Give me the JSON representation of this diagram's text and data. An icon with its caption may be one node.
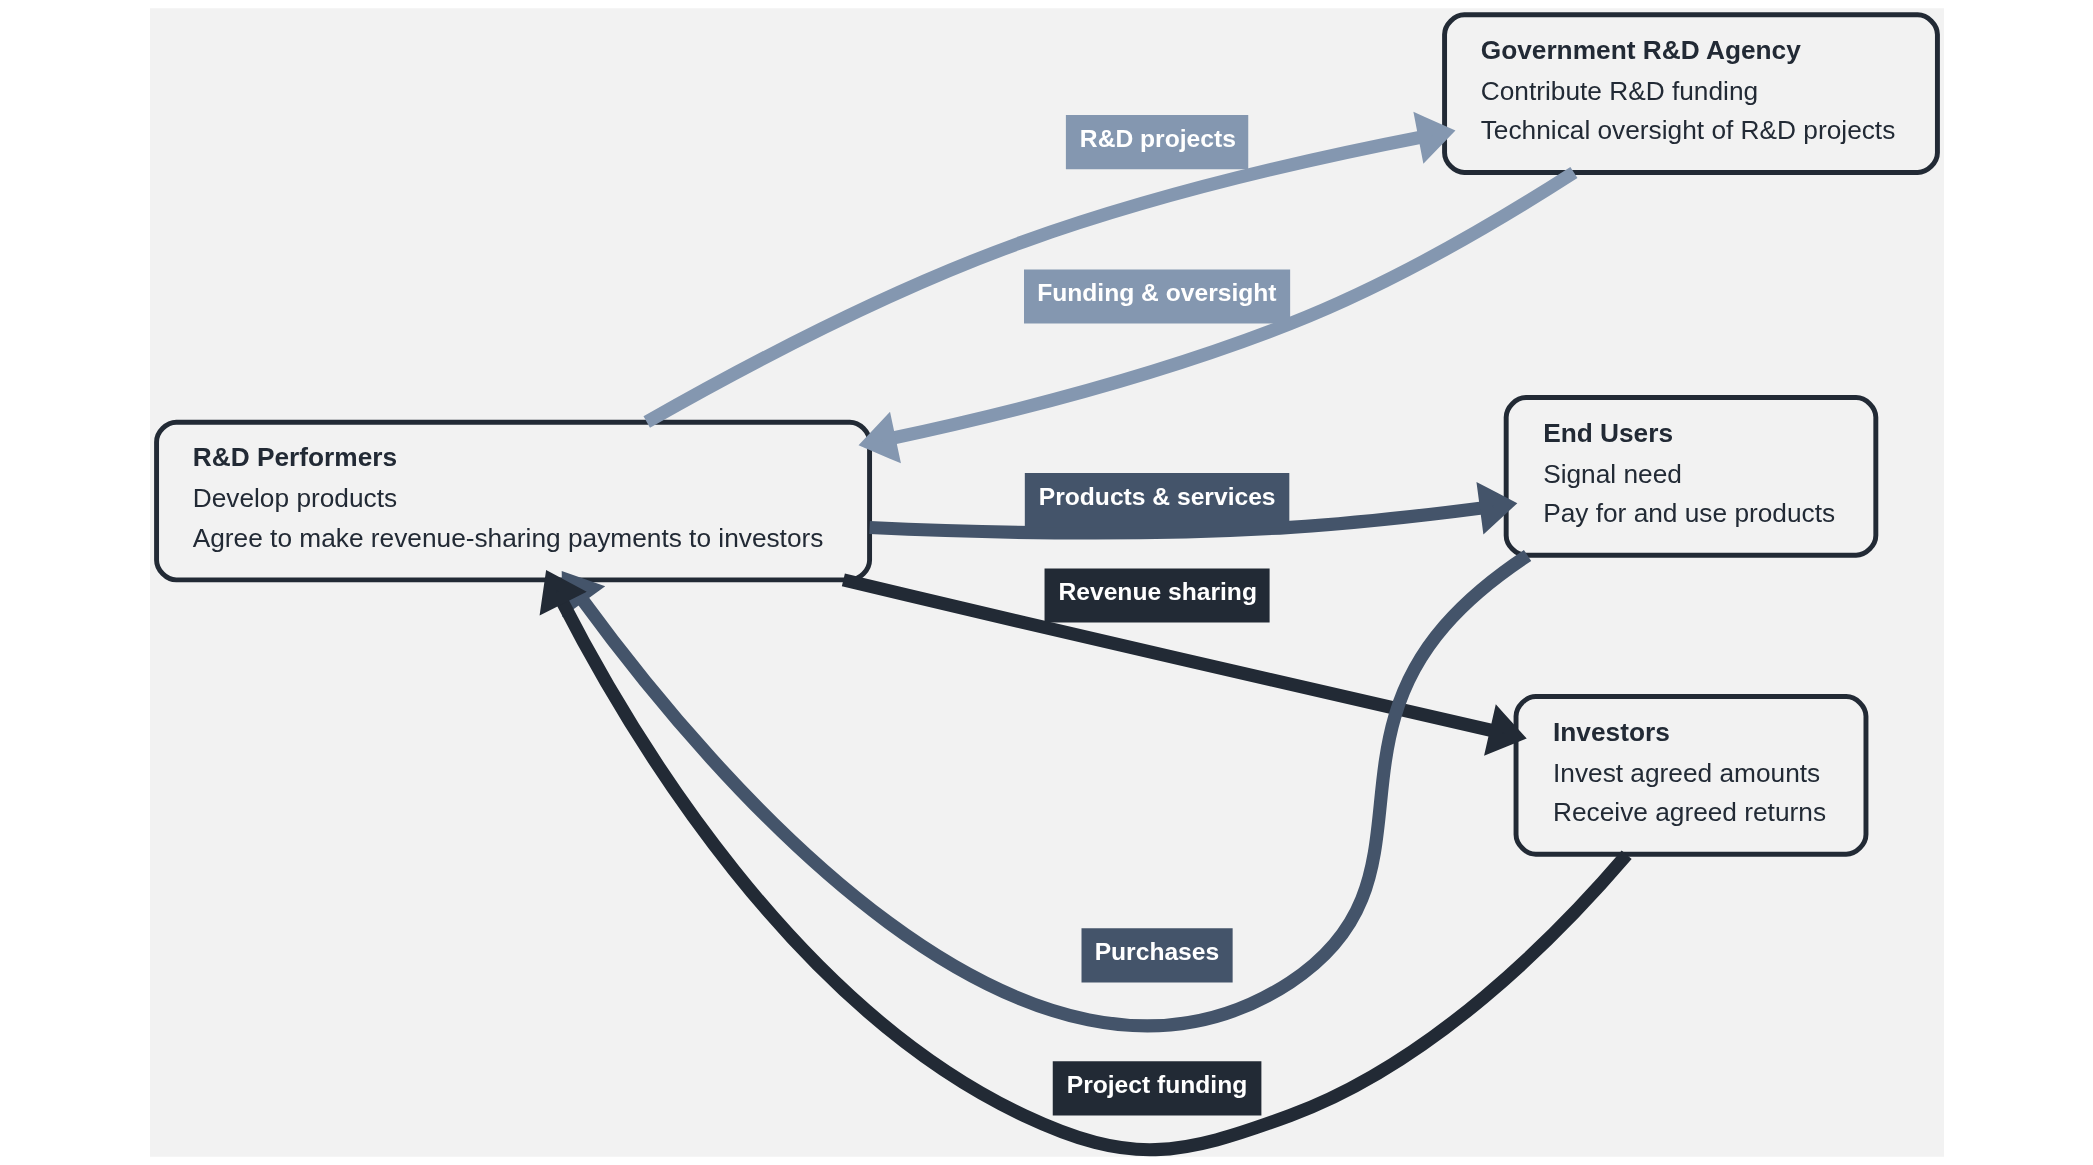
{
  "diagram": {
    "nodes": [
      {
        "text": [
          "Government R&D Agency",
          "Contribute R&D funding",
          "Technical oversight of R&D projects"
        ]
      },
      {
        "text": [
          "R&D Performers",
          "Develop products",
          "Agree to make revenue-sharing payments to investors"
        ]
      },
      {
        "text": [
          "End Users",
          "Signal need",
          "Pay for and use products"
        ]
      },
      {
        "text": [
          "Investors",
          "Invest agreed amounts",
          "Receive agreed returns"
        ]
      }
    ],
    "edges": [
      {
        "from": 0,
        "to": 1,
        "arrow": "to",
        "label": "Funding & oversight",
        "color": "#8497b0"
      },
      {
        "from": 1,
        "to": 0,
        "arrow": "to",
        "label": "R&D projects",
        "color": "#8497b0"
      },
      {
        "from": 1,
        "to": 2,
        "arrow": "to",
        "label": "Products & services",
        "color": "#44546a"
      },
      {
        "from": 2,
        "to": 1,
        "arrow": "to",
        "label": "Purchases",
        "color": "#44546a"
      },
      {
        "from": 3,
        "to": 1,
        "arrow": "to",
        "label": "Project funding",
        "color": "#222a35"
      },
      {
        "from": 1,
        "to": 3,
        "arrow": "to",
        "label": "Revenue sharing",
        "color": "#222a35"
      }
    ]
  }
}
